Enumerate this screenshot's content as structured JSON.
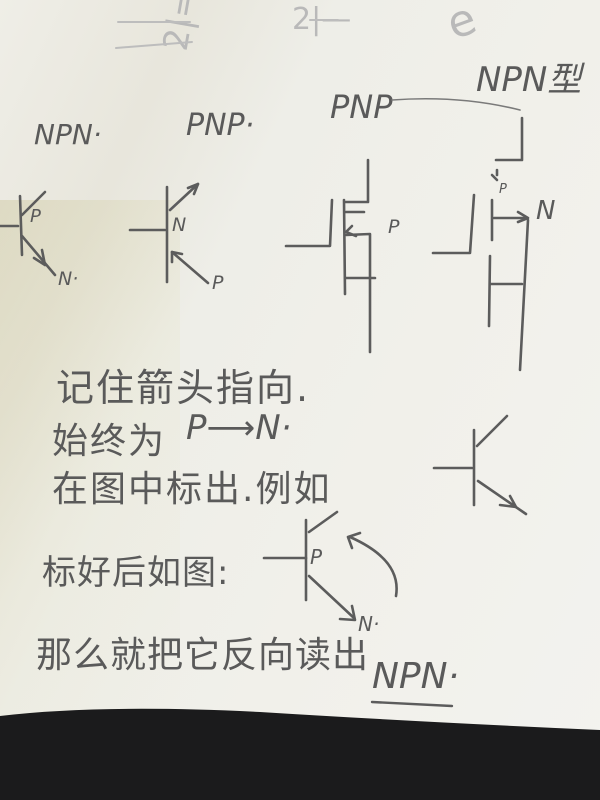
{
  "photo": {
    "description": "Handwritten notes on paper explaining how to identify NPN/PNP transistors by arrow direction",
    "ink_color": "#5a5a5a",
    "paper_color": "#efeee8",
    "background_color": "#1a1a1a"
  },
  "top_faded_marks": [
    "2|=",
    "2|—",
    "e"
  ],
  "labels_row": {
    "label_1": "NPN·",
    "label_2": "PNP·",
    "label_3": "PNP",
    "label_4": "NPN型"
  },
  "diagram_letters": {
    "d1_base_region": "P",
    "d1_emitter": "N·",
    "d2_base_region": "N",
    "d2_emitter": "P",
    "d3_channel": "P",
    "d4_region": "P",
    "d4_channel": "N"
  },
  "notes": {
    "line_1": "记住箭头指向.",
    "line_2_text": "始终为",
    "line_2_formula": "P⟶N·",
    "line_3": "在图中标出.例如",
    "line_4": "标好后如图:",
    "line_4_base": "P",
    "line_4_emitter": "N·",
    "line_5": "那么就把它反向读出",
    "line_5_answer": "NPN·"
  }
}
